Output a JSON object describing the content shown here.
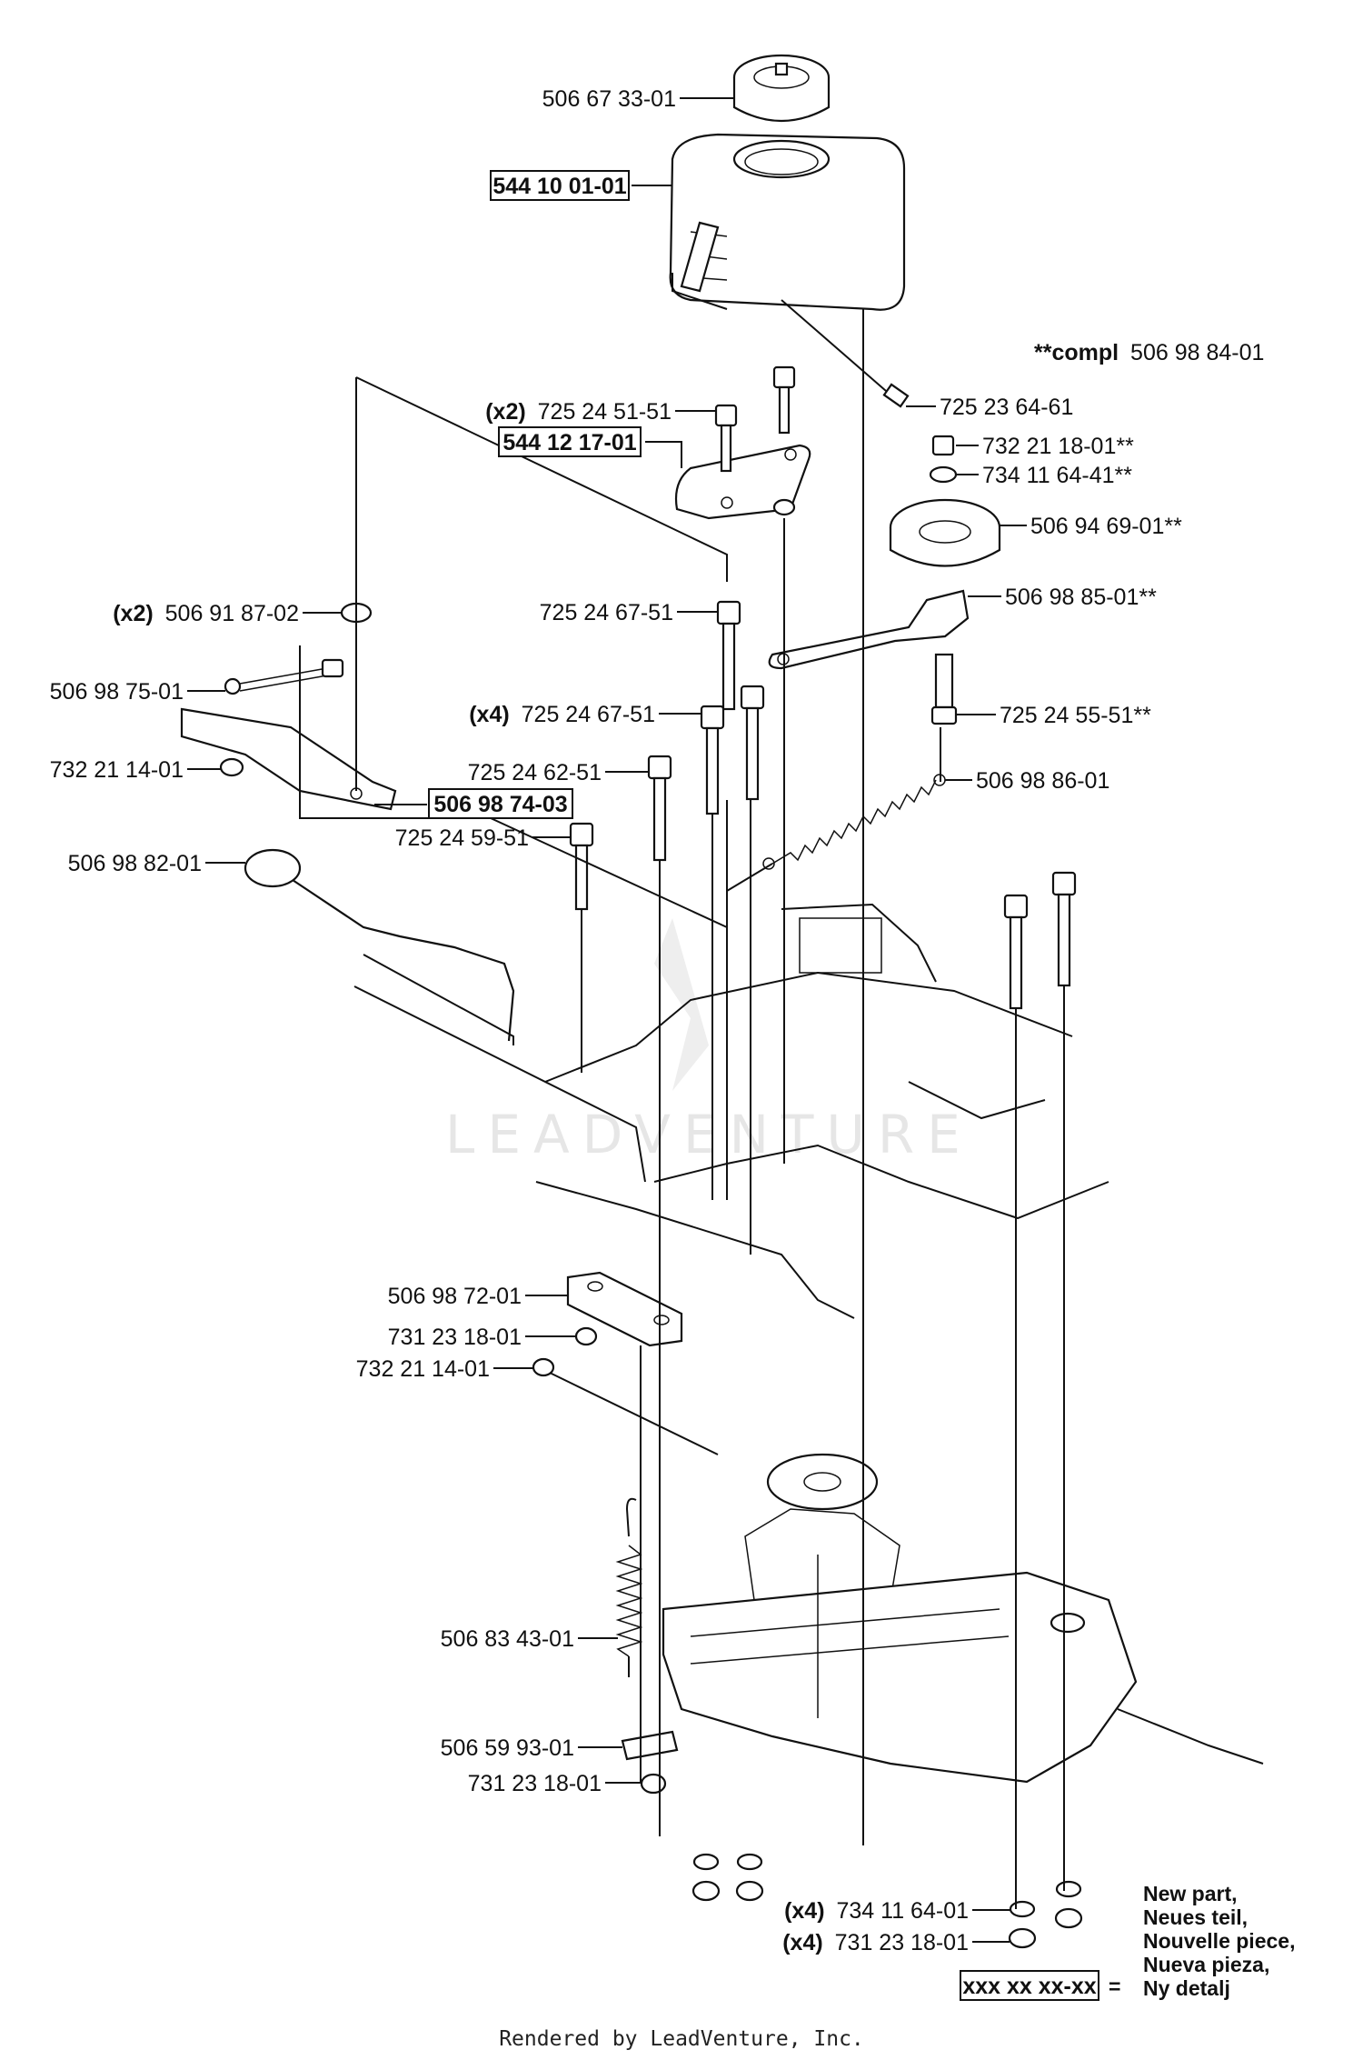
{
  "compl_note": {
    "prefix": "**compl",
    "number": "506 98 84-01"
  },
  "labels": [
    {
      "id": "tank-cap",
      "qty": "",
      "number": "506 67 33-01",
      "boxed": false
    },
    {
      "id": "fuel-tank",
      "qty": "",
      "number": "544 10 01-01",
      "boxed": true
    },
    {
      "id": "bolt-tank",
      "qty": "",
      "number": "725 23 64-61",
      "boxed": false
    },
    {
      "id": "bolt-bracket",
      "qty": "(x2)",
      "number": "725 24 51-51",
      "boxed": false
    },
    {
      "id": "bracket",
      "qty": "",
      "number": "544 12 17-01",
      "boxed": true
    },
    {
      "id": "nut-pulley",
      "qty": "",
      "number": "732 21 18-01**",
      "boxed": false
    },
    {
      "id": "washer-pulley",
      "qty": "",
      "number": "734 11 64-41**",
      "boxed": false
    },
    {
      "id": "pulley",
      "qty": "",
      "number": "506 94 69-01**",
      "boxed": false
    },
    {
      "id": "idler-arm",
      "qty": "",
      "number": "506 98 85-01**",
      "boxed": false
    },
    {
      "id": "grommet",
      "qty": "(x2)",
      "number": "506 91 87-02",
      "boxed": false
    },
    {
      "id": "bolt-6751-a",
      "qty": "",
      "number": "725 24 67-51",
      "boxed": false
    },
    {
      "id": "rod-end",
      "qty": "",
      "number": "506 98 75-01",
      "boxed": false
    },
    {
      "id": "bolt-6751-b",
      "qty": "(x4)",
      "number": "725 24 67-51",
      "boxed": false
    },
    {
      "id": "bolt-idler",
      "qty": "",
      "number": "725 24 55-51**",
      "boxed": false
    },
    {
      "id": "nut-rod",
      "qty": "",
      "number": "732 21 14-01",
      "boxed": false
    },
    {
      "id": "bolt-6251",
      "qty": "",
      "number": "725 24 62-51",
      "boxed": false
    },
    {
      "id": "spring-idler",
      "qty": "",
      "number": "506 98 86-01",
      "boxed": false
    },
    {
      "id": "lever",
      "qty": "",
      "number": "506 98 74-03",
      "boxed": true
    },
    {
      "id": "bolt-5951",
      "qty": "",
      "number": "725 24 59-51",
      "boxed": false
    },
    {
      "id": "lift-rod",
      "qty": "",
      "number": "506 98 82-01",
      "boxed": false
    },
    {
      "id": "spacer-block",
      "qty": "",
      "number": "506 98 72-01",
      "boxed": false
    },
    {
      "id": "nut-block",
      "qty": "",
      "number": "731 23 18-01",
      "boxed": false
    },
    {
      "id": "nut-cable",
      "qty": "",
      "number": "732 21 14-01",
      "boxed": false
    },
    {
      "id": "spring-trans",
      "qty": "",
      "number": "506 83 43-01",
      "boxed": false
    },
    {
      "id": "plate",
      "qty": "",
      "number": "506 59 93-01",
      "boxed": false
    },
    {
      "id": "nut-plate",
      "qty": "",
      "number": "731 23 18-01",
      "boxed": false
    },
    {
      "id": "washer-bottom",
      "qty": "(x4)",
      "number": "734 11 64-01",
      "boxed": false
    },
    {
      "id": "nut-bottom",
      "qty": "(x4)",
      "number": "731 23 18-01",
      "boxed": false
    }
  ],
  "legend": {
    "placeholder": "xxx xx xx-xx",
    "equals": "=",
    "lines": [
      "New part,",
      "Neues teil,",
      "Nouvelle piece,",
      "Nueva pieza,",
      "Ny detalj"
    ]
  },
  "watermark": "LEADVENTURE",
  "footer": "Rendered by LeadVenture, Inc."
}
